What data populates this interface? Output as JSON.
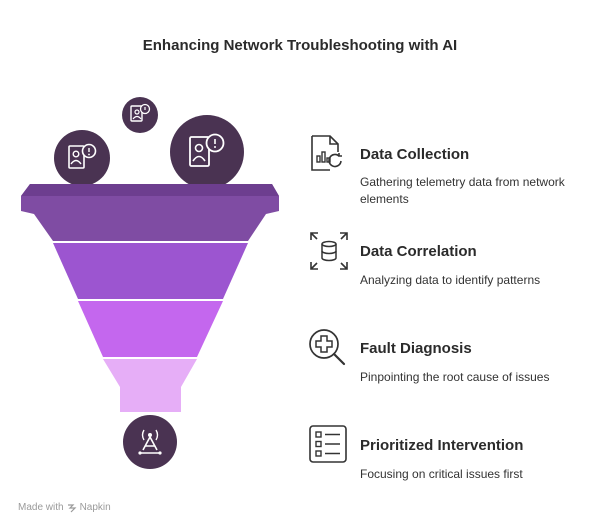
{
  "title": "Enhancing Network Troubleshooting with AI",
  "colors": {
    "dark_circle": "#4a3352",
    "layer1": "#7f4ca3",
    "layer1_top": "#6d3e8f",
    "layer2": "#9c55d0",
    "layer3": "#c467ee",
    "layer4": "#e6aef7",
    "icon_stroke": "#333333"
  },
  "steps": [
    {
      "title": "Data Collection",
      "description": "Gathering telemetry data from network elements",
      "icon": "chart-document-icon"
    },
    {
      "title": "Data Correlation",
      "description": "Analyzing data to identify patterns",
      "icon": "database-scan-icon"
    },
    {
      "title": "Fault Diagnosis",
      "description": "Pinpointing the root cause of issues",
      "icon": "magnifier-cross-icon"
    },
    {
      "title": "Prioritized Intervention",
      "description": "Focusing on critical issues first",
      "icon": "checklist-icon"
    }
  ],
  "footer": {
    "made_with": "Made with",
    "brand": "Napkin"
  }
}
